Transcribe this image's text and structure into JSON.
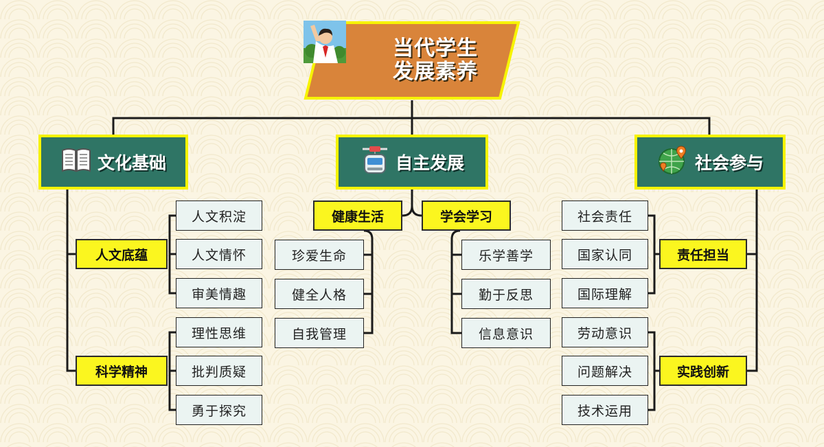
{
  "root": {
    "title_line1": "当代学生",
    "title_line2": "发展素养",
    "avatar_icon": "student-avatar-icon"
  },
  "categories": [
    {
      "title": "文化基础",
      "icon": "open-book-icon",
      "subgroups": [
        {
          "title": "人文底蕴",
          "items": [
            "人文积淀",
            "人文情怀",
            "审美情趣"
          ]
        },
        {
          "title": "科学精神",
          "items": [
            "理性思维",
            "批判质疑",
            "勇于探究"
          ]
        }
      ]
    },
    {
      "title": "自主发展",
      "icon": "cable-car-icon",
      "subgroups": [
        {
          "title": "健康生活",
          "items": [
            "珍爱生命",
            "健全人格",
            "自我管理"
          ]
        },
        {
          "title": "学会学习",
          "items": [
            "乐学善学",
            "勤于反思",
            "信息意识"
          ]
        }
      ]
    },
    {
      "title": "社会参与",
      "icon": "globe-location-icon",
      "subgroups": [
        {
          "title": "责任担当",
          "items": [
            "社会责任",
            "国家认同",
            "国际理解"
          ]
        },
        {
          "title": "实践创新",
          "items": [
            "劳动意识",
            "问题解决",
            "技术运用"
          ]
        }
      ]
    }
  ],
  "colors": {
    "branch_fill": "#2f7565",
    "branch_border": "#f7f300",
    "root_fill": "#d9843a",
    "sub_fill": "#fbf61f",
    "leaf_fill": "#ebf4f2"
  }
}
